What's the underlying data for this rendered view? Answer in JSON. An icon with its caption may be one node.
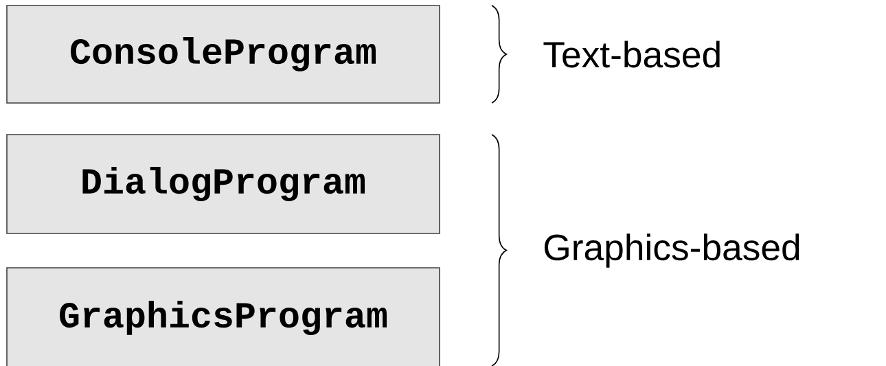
{
  "diagram": {
    "nodes": [
      {
        "text": [
          "ConsoleProgram"
        ]
      },
      {
        "text": [
          "DialogProgram"
        ]
      },
      {
        "text": [
          "GraphicsProgram"
        ]
      }
    ],
    "labels": [
      "Text-based",
      "Graphics-based"
    ]
  }
}
